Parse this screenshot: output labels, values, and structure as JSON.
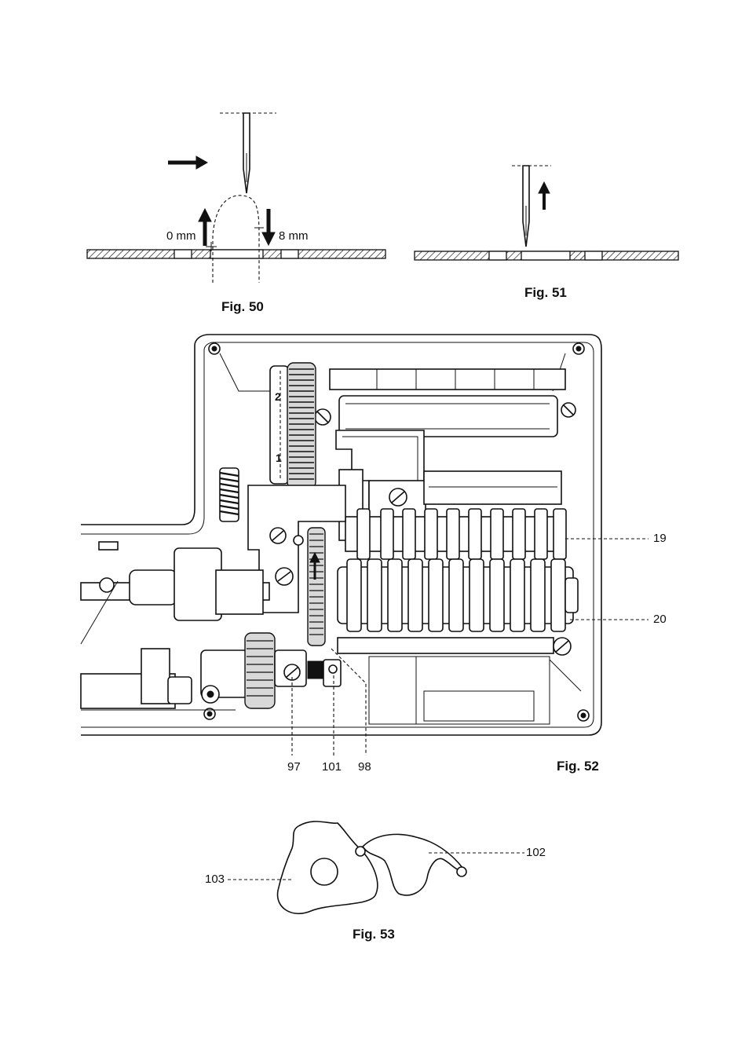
{
  "fig50": {
    "caption": "Fig. 50",
    "label_left": "0 mm",
    "label_right": "8 mm"
  },
  "fig51": {
    "caption": "Fig. 51"
  },
  "fig52": {
    "caption": "Fig. 52",
    "dial_marks": [
      "2",
      "1"
    ],
    "callouts": [
      "19",
      "20",
      "97",
      "101",
      "98"
    ]
  },
  "fig53": {
    "caption": "Fig. 53",
    "callouts": [
      "102",
      "103"
    ]
  }
}
